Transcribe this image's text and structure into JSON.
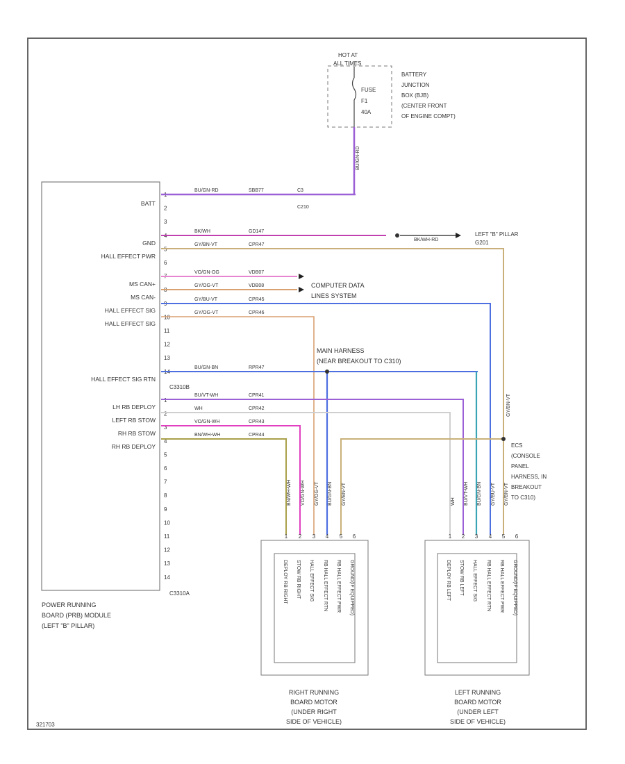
{
  "colors": {
    "violet": "#9b5fd6",
    "pink": "#e884d0",
    "magenta": "#c040b0",
    "tan": "#c9b07a",
    "orange": "#d9a070",
    "blue": "#4d6fe0",
    "teal": "#3aa6b5",
    "white_wire": "#cfcfcf",
    "black_wire": "#666666",
    "olive": "#a9a04a",
    "frame": "#555555"
  },
  "fuse_box": {
    "hot_label_1": "HOT AT",
    "hot_label_2": "ALL TIMES",
    "fuse_line_1": "FUSE",
    "fuse_line_2": "F1",
    "fuse_line_3": "40A",
    "desc_1": "BATTERY",
    "desc_2": "JUNCTION",
    "desc_3": "BOX (BJB)",
    "desc_4": "(CENTER FRONT",
    "desc_5": "OF ENGINE COMPT)",
    "feed_wire": "BU/GN-RD"
  },
  "module": {
    "left_labels": {
      "batt": "BATT",
      "gnd": "GND",
      "hall_pwr": "HALL EFFECT PWR",
      "ms_can_plus": "MS CAN+",
      "ms_can_minus": "MS CAN-",
      "hall_sig_1": "HALL EFFECT SIG",
      "hall_sig_2": "HALL EFFECT SIG",
      "hall_rtn": "HALL EFFECT SIG RTN",
      "lh_deploy": "LH RB DEPLOY",
      "left_stow": "LEFT RB STOW",
      "rh_stow": "RH RB STOW",
      "rh_deploy": "RH RB DEPLOY"
    },
    "pins_a": [
      "1",
      "2",
      "3",
      "4",
      "5",
      "6",
      "7",
      "8",
      "9",
      "10",
      "11",
      "12",
      "13",
      "14"
    ],
    "pins_b": [
      "1",
      "2",
      "3",
      "4",
      "5",
      "6",
      "7",
      "8",
      "9",
      "10",
      "11",
      "12",
      "13",
      "14"
    ],
    "conn_a": "C3310B",
    "conn_b": "C3310A",
    "name_1": "POWER RUNNING",
    "name_2": "BOARD (PRB) MODULE",
    "name_3": "(LEFT \"B\" PILLAR)"
  },
  "wire_labels": {
    "batt_circuit": "BU/GN-RD",
    "batt_ckt": "SBB77",
    "batt_splice": "C3",
    "batt_conn": "C210",
    "gnd_circuit": "BK/WH",
    "gnd_ckt": "GD147",
    "gnd_mid": "BK/WH-RD",
    "gnd_ref": "LEFT \"B\" PILLAR",
    "gnd_ref2": "G201",
    "pwr_circuit": "GY/BN-VT",
    "pwr_ckt": "CPR47",
    "can_plus_circuit": "VO/GN-OG",
    "can_plus_ckt": "VDB07",
    "can_minus_circuit": "GY/OG-VT",
    "can_minus_ckt": "VDB08",
    "sig1_circuit": "GY/BU-VT",
    "sig1_ckt": "CPR45",
    "sig2_circuit": "GY/OG-VT",
    "sig2_ckt": "CPR46",
    "rtn_circuit": "BU/GN-BN",
    "rtn_ckt": "RPR47",
    "lh_dep_circuit": "BU/VT-WH",
    "lh_dep_ckt": "CPR41",
    "lstow_circuit": "WH",
    "lstow_ckt": "CPR42",
    "rstow_circuit": "VO/GN-WH",
    "rstow_ckt": "CPR43",
    "rdep_circuit": "BN/WH-WH",
    "rdep_ckt": "CPR44",
    "vertical_tan": "GY/BN-VT",
    "rm_w1": "BN/WH-WH",
    "rm_w2": "VO/GN-WH",
    "rm_w3": "GY/OG-VT",
    "rm_w4": "BU/GN-BN",
    "rm_w5": "GY/BN-VT",
    "lm_w1": "WH",
    "lm_w2": "BU/VT-WH",
    "lm_w3": "BU/GN-BN",
    "lm_w4": "GY/BU-VT",
    "lm_w5": "GY/BN-VT"
  },
  "notes": {
    "data_1": "COMPUTER DATA",
    "data_2": "LINES SYSTEM",
    "main_1": "MAIN HARNESS",
    "main_2": "(NEAR BREAKOUT TO C310)",
    "ecs_1": "ECS",
    "ecs_2": "(CONSOLE",
    "ecs_3": "PANEL",
    "ecs_4": "HARNESS, IN",
    "ecs_5": "BREAKOUT",
    "ecs_6": "TO C310)"
  },
  "right_motor": {
    "pins": [
      "1",
      "2",
      "3",
      "4",
      "5",
      "6"
    ],
    "func_1": "DEPLOY RB RIGHT",
    "func_2": "STOW RB RIGHT",
    "func_3": "HALL EFFECT SIG",
    "func_4": "RB HALL EFFECT RTN",
    "func_5": "RB HALL EFFECT PWR",
    "func_6": "GROUND(IF EQUIPPED)",
    "name_1": "RIGHT RUNNING",
    "name_2": "BOARD MOTOR",
    "name_3": "(UNDER RIGHT",
    "name_4": "SIDE OF VEHICLE)"
  },
  "left_motor": {
    "pins": [
      "1",
      "2",
      "3",
      "4",
      "5",
      "6"
    ],
    "func_1": "DEPLOY RB LEFT",
    "func_2": "STOW RB LEFT",
    "func_3": "HALL EFFECT SIG",
    "func_4": "RB HALL EFFECT RTN",
    "func_5": "RB HALL EFFECT PWR",
    "func_6": "GROUND(IF EQUIPPED)",
    "name_1": "LEFT RUNNING",
    "name_2": "BOARD MOTOR",
    "name_3": "(UNDER LEFT",
    "name_4": "SIDE OF VEHICLE)"
  },
  "footer_code": "321703"
}
